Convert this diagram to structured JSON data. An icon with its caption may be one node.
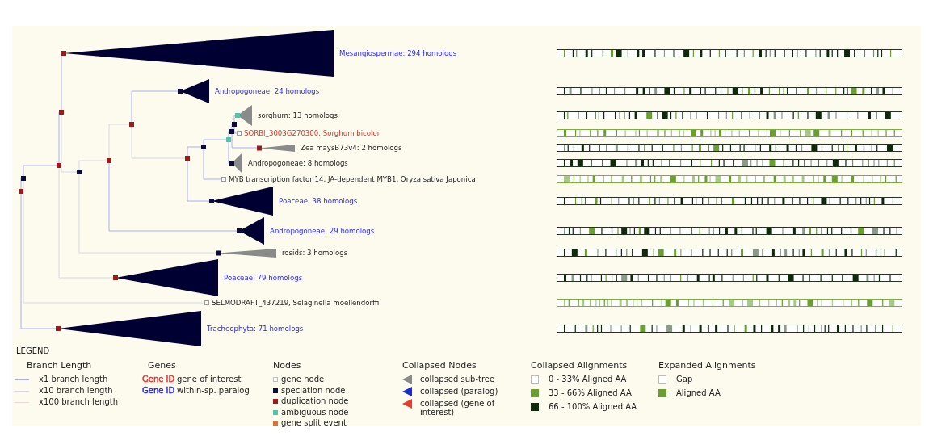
{
  "diagram": {
    "nodes": [
      {
        "text": [],
        "shape": "box"
      },
      {
        "text": [],
        "shape": "box"
      },
      {
        "text": [],
        "shape": "box"
      },
      {
        "text": [],
        "shape": "box"
      },
      {
        "text": [],
        "shape": "triangle",
        "beside": [
          "Mesangiospermae: 294 homologs"
        ]
      },
      {
        "text": [],
        "shape": "box"
      },
      {
        "text": [],
        "shape": "box"
      },
      {
        "text": [],
        "shape": "box"
      },
      {
        "text": [],
        "shape": "triangle",
        "beside": [
          "Andropogoneae: 24 homologs"
        ]
      },
      {
        "text": [],
        "shape": "box"
      },
      {
        "text": [],
        "shape": "box"
      },
      {
        "text": [],
        "shape": "box"
      },
      {
        "text": [],
        "shape": "box"
      },
      {
        "text": [],
        "shape": "box"
      },
      {
        "text": [],
        "shape": "triangle",
        "beside": [
          "sorghum: 13 homologs"
        ]
      },
      {
        "text": [],
        "shape": "box",
        "beside": [
          "SORBI_3003G270300, Sorghum bicolor"
        ]
      },
      {
        "text": [],
        "shape": "triangle",
        "beside": [
          "Zea maysB73v4: 2 homologs"
        ]
      },
      {
        "text": [],
        "shape": "triangle",
        "beside": [
          "Andropogoneae: 8 homologs"
        ]
      },
      {
        "text": [],
        "shape": "box",
        "beside": [
          "MYB transcription factor 14, JA-dependent MYB1, Oryza sativa Japonica"
        ]
      },
      {
        "text": [],
        "shape": "triangle",
        "beside": [
          "Poaceae: 38 homologs"
        ]
      },
      {
        "text": [],
        "shape": "triangle",
        "beside": [
          "Andropogoneae: 29 homologs"
        ]
      },
      {
        "text": [],
        "shape": "triangle",
        "beside": [
          "rosids: 3 homologs"
        ]
      },
      {
        "text": [],
        "shape": "triangle",
        "beside": [
          "Poaceae: 79 homologs"
        ]
      },
      {
        "text": [],
        "shape": "box",
        "beside": [
          "SELMODRAFT_437219, Selaginella moellendorffii"
        ]
      },
      {
        "text": [],
        "shape": "triangle",
        "beside": [
          "Tracheophyta: 71 homologs"
        ]
      }
    ],
    "edges": [
      {
        "from": 0,
        "to": 1,
        "arrow": "none"
      },
      {
        "from": 0,
        "to": 24,
        "arrow": "none"
      },
      {
        "from": 1,
        "to": 2,
        "arrow": "none"
      },
      {
        "from": 1,
        "to": 23,
        "arrow": "none",
        "color": "#d8d8e6"
      },
      {
        "from": 2,
        "to": 3,
        "arrow": "none"
      },
      {
        "from": 2,
        "to": 22,
        "arrow": "none",
        "color": "#d8d8e6"
      },
      {
        "from": 3,
        "to": 4,
        "arrow": "none"
      },
      {
        "from": 3,
        "to": 5,
        "arrow": "none",
        "color": "#d8d8e6"
      },
      {
        "from": 5,
        "to": 6,
        "arrow": "none",
        "color": "#d8d8e6"
      },
      {
        "from": 5,
        "to": 21,
        "arrow": "none",
        "color": "#d8d8e6"
      },
      {
        "from": 6,
        "to": 7,
        "arrow": "none",
        "color": "#d8d8e6"
      },
      {
        "from": 6,
        "to": 20,
        "arrow": "none"
      },
      {
        "from": 7,
        "to": 8,
        "arrow": "none"
      },
      {
        "from": 7,
        "to": 9,
        "arrow": "none",
        "color": "#d8d8e6"
      },
      {
        "from": 9,
        "to": 10,
        "arrow": "none"
      },
      {
        "from": 9,
        "to": 19,
        "arrow": "none"
      },
      {
        "from": 10,
        "to": 11,
        "arrow": "none"
      },
      {
        "from": 10,
        "to": 18,
        "arrow": "none"
      },
      {
        "from": 11,
        "to": 12,
        "arrow": "none"
      },
      {
        "from": 11,
        "to": 17,
        "arrow": "none"
      },
      {
        "from": 12,
        "to": 13,
        "arrow": "none"
      },
      {
        "from": 12,
        "to": 16,
        "arrow": "none"
      },
      {
        "from": 13,
        "to": 14,
        "arrow": "none"
      },
      {
        "from": 13,
        "to": 15,
        "arrow": "none"
      }
    ],
    "labels": [
      "LEGEND",
      "Branch Length",
      "Genes",
      "Gene ID",
      "Gene ID",
      "Nodes",
      "Collapsed Nodes",
      "Collapsed Alignments",
      "Expanded Alignments"
    ],
    "legend": [
      {
        "text": "x1 branch length"
      },
      {
        "text": "x10 branch length"
      },
      {
        "text": "x100 branch length"
      },
      {
        "text": "gene of interest",
        "color": "#ff2020"
      },
      {
        "text": "within-sp. paralog",
        "color": "#2020ff"
      },
      {
        "text": "gene node",
        "color": "#ffffff"
      },
      {
        "text": "speciation node",
        "color": "#0b0b3b"
      },
      {
        "text": "duplication node",
        "color": "#9e1a1a"
      },
      {
        "text": "ambiguous node",
        "color": "#4cc7a8"
      },
      {
        "text": "gene split event",
        "color": "#e07030"
      },
      {
        "text": "collapsed sub-tree"
      },
      {
        "text": "collapsed (paralog)"
      },
      {
        "text": "collapsed (gene of interest)"
      },
      {
        "text": "0 - 33% Aligned AA",
        "color": "#ffffff"
      },
      {
        "text": "33 - 66% Aligned AA",
        "color": "#6a9e30"
      },
      {
        "text": "66 - 100% Aligned AA",
        "color": "#0f2a0a"
      },
      {
        "text": "Gap",
        "color": "#ffffff"
      },
      {
        "text": "Aligned AA",
        "color": "#6a9e30"
      }
    ]
  }
}
